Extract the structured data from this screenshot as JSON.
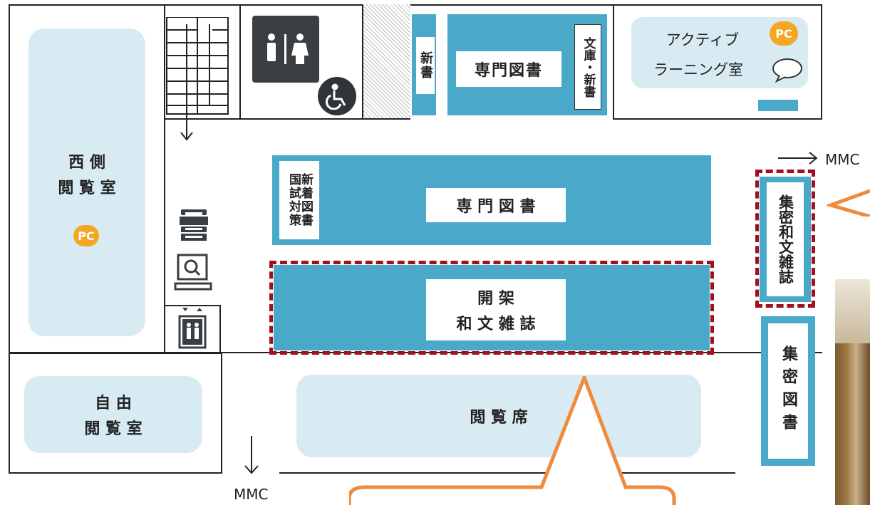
{
  "rooms": {
    "west_reading_line1": "西 側",
    "west_reading_line2": "閲 覧 室",
    "free_reading_line1": "自 由",
    "free_reading_line2": "閲 覧 室",
    "active_learning_line1": "アクティブ",
    "active_learning_line2": "ラーニング室",
    "reading_seats": "閲 覧 席"
  },
  "shelves": {
    "shinsho_left": "新書",
    "senmon_top": "専門図書",
    "bunko_shinsho": "文庫・新書",
    "shinchaku": "新着図書",
    "kokushi": "国試対策",
    "senmon_center": "専 門 図 書",
    "open_journals_line1": "開 架",
    "open_journals_line2": "和 文 雑 誌",
    "stack_journals": "集密和文雑誌",
    "stack_books": "集密図書"
  },
  "badges": {
    "pc": "PC"
  },
  "exits": {
    "mmc_right": "MMC",
    "mmc_bottom": "MMC"
  },
  "colors": {
    "shelf": "#4aa9c8",
    "room": "#d8ebf3",
    "highlight": "#a3101c",
    "callout": "#f08a3c",
    "pc_badge": "#f5a623"
  },
  "icons": [
    "stairs-icon",
    "restroom-icon",
    "wheelchair-icon",
    "copier-icon",
    "search-terminal-icon",
    "elevator-icon",
    "speech-bubble-icon"
  ]
}
